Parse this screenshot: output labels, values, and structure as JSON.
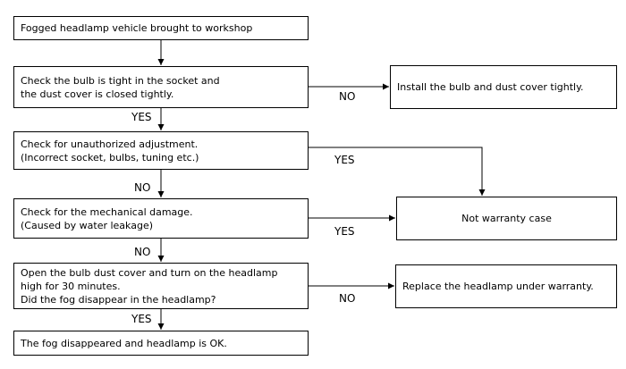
{
  "boxes": {
    "start": [
      "Fogged headlamp vehicle brought to workshop"
    ],
    "check_bulb": [
      "Check the bulb is tight in the socket and",
      "the dust cover is closed tightly."
    ],
    "install_bulb": [
      "Install the bulb and dust cover tightly."
    ],
    "check_adjustment": [
      "Check for unauthorized adjustment.",
      "(Incorrect socket, bulbs, tuning etc.)"
    ],
    "check_damage": [
      "Check for the mechanical damage.",
      "(Caused by water leakage)"
    ],
    "not_warranty": [
      "Not warranty case"
    ],
    "open_cover": [
      "Open the bulb dust cover and turn on the headlamp",
      "high for 30 minutes.",
      "Did the fog disappear in the headlamp?"
    ],
    "replace": [
      "Replace the headlamp under warranty."
    ],
    "ok": [
      "The fog disappeared and headlamp is OK."
    ]
  },
  "labels": {
    "bulb_no": "NO",
    "bulb_yes": "YES",
    "adjust_yes": "YES",
    "adjust_no": "NO",
    "damage_yes": "YES",
    "damage_no": "NO",
    "fog_no": "NO",
    "fog_yes": "YES"
  }
}
